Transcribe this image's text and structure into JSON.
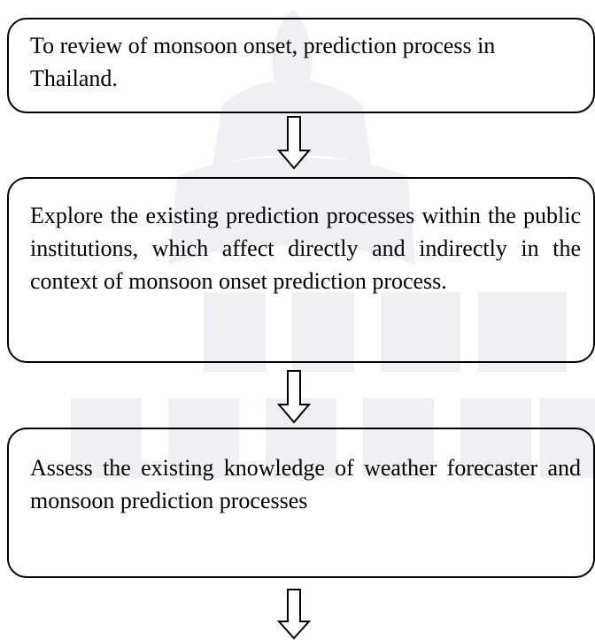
{
  "steps": [
    {
      "text": "To review of monsoon onset, prediction process in Thailand."
    },
    {
      "text": "Explore the existing prediction processes within the public institutions, which affect directly and indirectly in the context of monsoon onset prediction process."
    },
    {
      "text": "Assess the existing knowledge of weather forecaster and monsoon prediction processes"
    }
  ],
  "colors": {
    "stroke": "#000000",
    "watermark": "#eef0f4"
  },
  "arrow_icon": "hollow-down-arrow-icon"
}
